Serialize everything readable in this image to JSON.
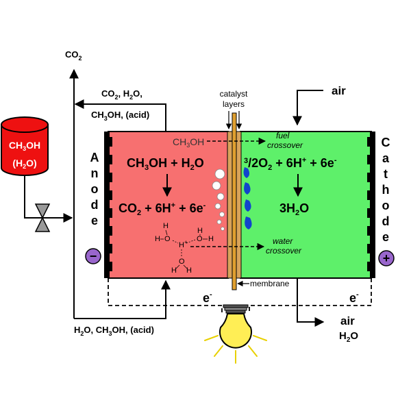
{
  "labels": {
    "co2_top": "CO",
    "co2_top_sub": "2",
    "exhaust_line1_a": "CO",
    "exhaust_line1_sub": "2",
    "exhaust_line1_b": ", H",
    "exhaust_line1_sub2": "2",
    "exhaust_line1_c": "O,",
    "exhaust_line2_a": "CH",
    "exhaust_line2_sub": "3",
    "exhaust_line2_b": "OH, (acid)",
    "tank_a": "CH",
    "tank_sub": "3",
    "tank_b": "OH",
    "tank_line2_a": "(H",
    "tank_line2_sub": "2",
    "tank_line2_b": "O)",
    "catalyst_line1": "catalyst",
    "catalyst_line2": "layers",
    "air_in": "air",
    "fuel_a": "CH",
    "fuel_sub": "3",
    "fuel_b": "OH",
    "fuel_cross_1": "fuel",
    "fuel_cross_2": "crossover",
    "water_cross_1": "water",
    "water_cross_2": "crossover",
    "anode_letters": [
      "A",
      "n",
      "o",
      "d",
      "e"
    ],
    "cathode_letters": [
      "C",
      "a",
      "t",
      "h",
      "o",
      "d",
      "e"
    ],
    "anode_reactant_a": "CH",
    "anode_reactant_sub": "3",
    "anode_reactant_b": "OH + H",
    "anode_reactant_sub2": "2",
    "anode_reactant_c": "O",
    "anode_product_a": "CO",
    "anode_product_sub": "2",
    "anode_product_b": " + 6H",
    "anode_product_sup": "+",
    "anode_product_c": " + 6e",
    "anode_product_sup2": "-",
    "cathode_reactant_sup": "3",
    "cathode_reactant_a": "/",
    "cathode_reactant_b": "2",
    "cathode_reactant_c": "O",
    "cathode_reactant_sub": "2",
    "cathode_reactant_d": " + 6H",
    "cathode_reactant_sup2": "+",
    "cathode_reactant_e": " + 6e",
    "cathode_reactant_sup3": "-",
    "cathode_product_a": "3H",
    "cathode_product_sub": "2",
    "cathode_product_b": "O",
    "minus_sign": "−",
    "plus_sign": "+",
    "membrane": "membrane",
    "electron_left": "e",
    "electron_left_sup": "-",
    "electron_right": "e",
    "electron_right_sup": "-",
    "recycle_a": "H",
    "recycle_sub": "2",
    "recycle_b": "O, CH",
    "recycle_sub2": "3",
    "recycle_c": "OH, (acid)",
    "air_out": "air",
    "h2o_out_a": "H",
    "h2o_out_sub": "2",
    "h2o_out_b": "O",
    "hydronium_H": "H",
    "hydronium_O": "O",
    "hydronium_Hplus": "H",
    "hydronium_plus": "+"
  },
  "colors": {
    "anode_fill": "#f77070",
    "cathode_fill": "#5ef06a",
    "tank_fill": "#ee1111",
    "catalyst": "#d9a35a",
    "membrane": "#e0a030",
    "water_drop": "#1144cc",
    "bulb": "#ffee55",
    "terminal": "#9966cc"
  }
}
